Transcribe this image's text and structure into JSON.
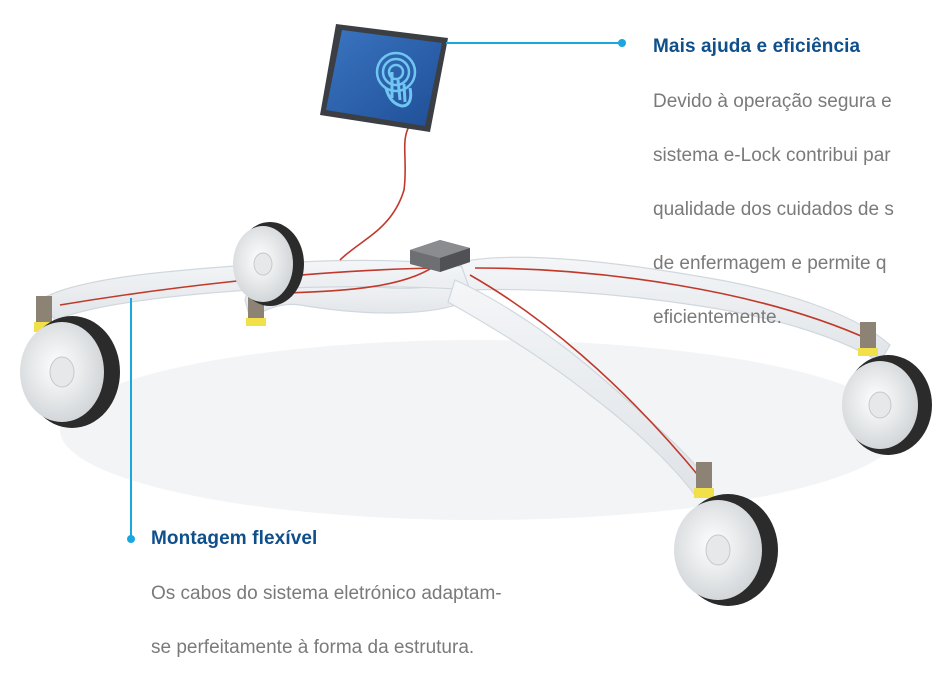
{
  "colors": {
    "accent_line": "#1ba6e0",
    "title": "#0f4f8c",
    "body": "#7a7a7a",
    "cable": "#c0392b",
    "screen": "#2a5da8"
  },
  "icons": [
    "touch-hand-icon"
  ],
  "callouts": {
    "top": {
      "title": "Mais ajuda e eficiência",
      "lines": [
        "Devido à operação segura e",
        "sistema e-Lock contribui par",
        "qualidade dos cuidados de s",
        "de enfermagem e permite q",
        "eficientemente."
      ]
    },
    "bottom": {
      "title": "Montagem flexível",
      "lines": [
        "Os cabos do sistema eletrónico adaptam-",
        "se perfeitamente à forma da estrutura."
      ]
    }
  }
}
